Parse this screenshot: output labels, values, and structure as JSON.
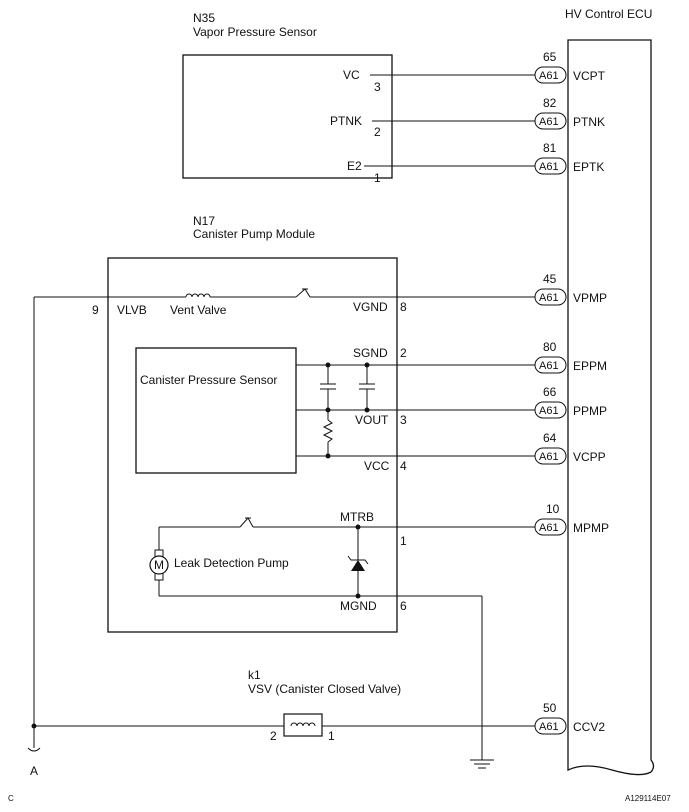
{
  "ecu": {
    "title": "HV Control ECU"
  },
  "vapor_sensor": {
    "code": "N35",
    "name": "Vapor Pressure Sensor"
  },
  "pump_module": {
    "code": "N17",
    "name": "Canister Pump Module"
  },
  "canister_sensor": {
    "label": "Canister Pressure Sensor"
  },
  "leak_pump": {
    "label": "Leak Detection Pump",
    "motor_symbol": "M"
  },
  "vent_valve": {
    "label": "Vent Valve"
  },
  "vsv": {
    "code": "k1",
    "name": "VSV (Canister Closed Valve)",
    "pin_left": "2",
    "pin_right": "1"
  },
  "connector": "A61",
  "signals": [
    {
      "pin_name": "VC",
      "pin_no": "3",
      "ecu_pin": "65",
      "ecu_name": "VCPT"
    },
    {
      "pin_name": "PTNK",
      "pin_no": "2",
      "ecu_pin": "82",
      "ecu_name": "PTNK"
    },
    {
      "pin_name": "E2",
      "pin_no": "1",
      "ecu_pin": "81",
      "ecu_name": "EPTK"
    },
    {
      "pin_name": "VGND",
      "pin_no": "8",
      "ecu_pin": "45",
      "ecu_name": "VPMP"
    },
    {
      "pin_name": "SGND",
      "pin_no": "2",
      "ecu_pin": "80",
      "ecu_name": "EPPM"
    },
    {
      "pin_name": "VOUT",
      "pin_no": "3",
      "ecu_pin": "66",
      "ecu_name": "PPMP"
    },
    {
      "pin_name": "VCC",
      "pin_no": "4",
      "ecu_pin": "64",
      "ecu_name": "VCPP"
    },
    {
      "pin_name": "MTRB",
      "pin_no": "1",
      "ecu_pin": "10",
      "ecu_name": "MPMP"
    },
    {
      "pin_name": "MGND",
      "pin_no": "6",
      "ecu_pin": "",
      "ecu_name": ""
    },
    {
      "pin_name": "VLVB",
      "pin_no": "9",
      "ecu_pin": "",
      "ecu_name": ""
    },
    {
      "pin_name": "",
      "pin_no": "",
      "ecu_pin": "50",
      "ecu_name": "CCV2"
    }
  ],
  "junction_label": "A",
  "corner_left": "C",
  "figure_id": "A129114E07"
}
